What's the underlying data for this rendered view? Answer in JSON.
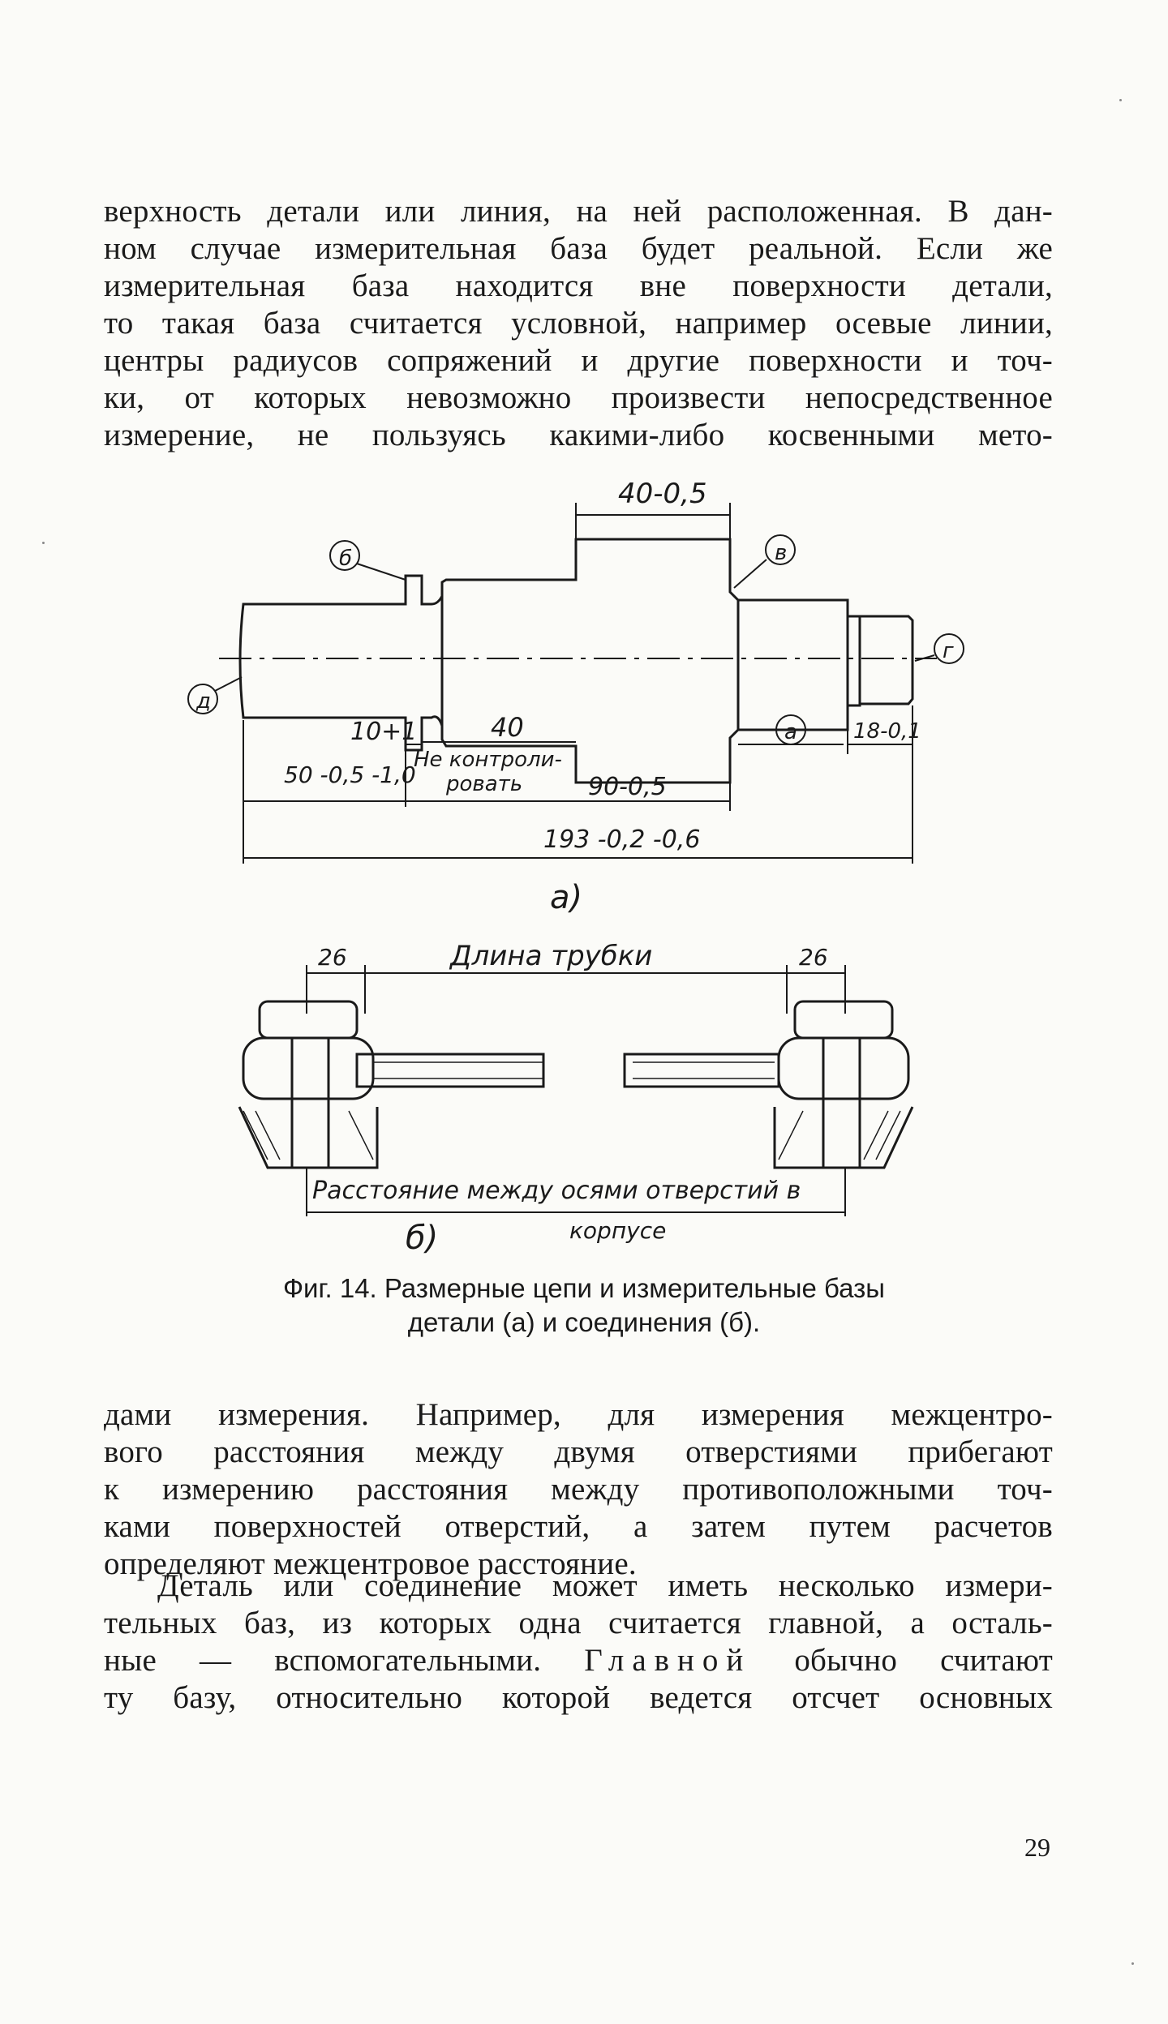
{
  "paragraph_top": [
    "верхность детали или линия, на ней расположенная. В дан-",
    "ном случае измерительная база будет реальной. Если же",
    "измерительная база находится вне поверхности детали,",
    "то такая база считается условной, например осевые линии,",
    "центры радиусов сопряжений и другие поверхности и точ-",
    "ки, от которых невозможно произвести непосредственное",
    "измерение, не пользуясь какими-либо косвенными мето-"
  ],
  "figure_a": {
    "dim_top": "40-0,5",
    "base_b_left": "б",
    "base_v_right": "в",
    "base_g": "г",
    "base_d": "д",
    "base_a": "а",
    "dim_10": "10+1",
    "dim_40": "40",
    "dim_18": "18-0,1",
    "dim_50": "50 -0,5 -1,0",
    "note": [
      "Не контроли-",
      "ровать"
    ],
    "dim_90": "90-0,5",
    "dim_193": "193 -0,2 -0,6",
    "label": "а)"
  },
  "figure_b": {
    "dim_26_left": "26",
    "tube_length": "Длина трубки",
    "dim_26_right": "26",
    "axis_distance": "Расстояние между осями отверстий в",
    "housing": "корпусе",
    "label": "б)"
  },
  "caption": {
    "line1": "Фиг. 14. Размерные цепи и измерительные базы",
    "line2": "детали (а) и соединения (б)."
  },
  "paragraph_mid": [
    "дами измерения. Например, для измерения межцентро-",
    "вого расстояния между двумя отверстиями прибегают",
    "к измерению расстояния между противоположными точ-",
    "ками поверхностей отверстий, а затем путем расчетов",
    "определяют межцентровое расстояние."
  ],
  "paragraph_bottom": {
    "line1": "Деталь или соединение может иметь несколько измери-",
    "line2": "тельных баз, из которых одна считается главной, а осталь-",
    "line3_a": "ные — вспомогательными.",
    "line3_b": "Главной",
    "line3_c": "обычно считают",
    "line4": "ту базу, относительно которой ведется отсчет основных"
  },
  "page_number": "29"
}
